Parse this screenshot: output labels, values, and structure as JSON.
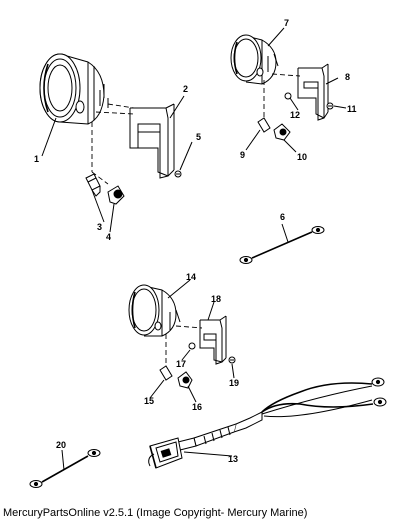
{
  "footer": {
    "text": "MercuryPartsOnline v2.5.1 (Image Copyright- Mercury Marine)"
  },
  "callouts": [
    {
      "id": "1",
      "label": "1"
    },
    {
      "id": "2",
      "label": "2"
    },
    {
      "id": "3",
      "label": "3"
    },
    {
      "id": "4",
      "label": "4"
    },
    {
      "id": "5",
      "label": "5"
    },
    {
      "id": "6",
      "label": "6"
    },
    {
      "id": "7",
      "label": "7"
    },
    {
      "id": "8",
      "label": "8"
    },
    {
      "id": "9",
      "label": "9"
    },
    {
      "id": "10",
      "label": "10"
    },
    {
      "id": "11",
      "label": "11"
    },
    {
      "id": "12",
      "label": "12"
    },
    {
      "id": "13",
      "label": "13"
    },
    {
      "id": "14",
      "label": "14"
    },
    {
      "id": "15",
      "label": "15"
    },
    {
      "id": "16",
      "label": "16"
    },
    {
      "id": "17",
      "label": "17"
    },
    {
      "id": "18",
      "label": "18"
    },
    {
      "id": "19",
      "label": "19"
    },
    {
      "id": "20",
      "label": "20"
    }
  ]
}
